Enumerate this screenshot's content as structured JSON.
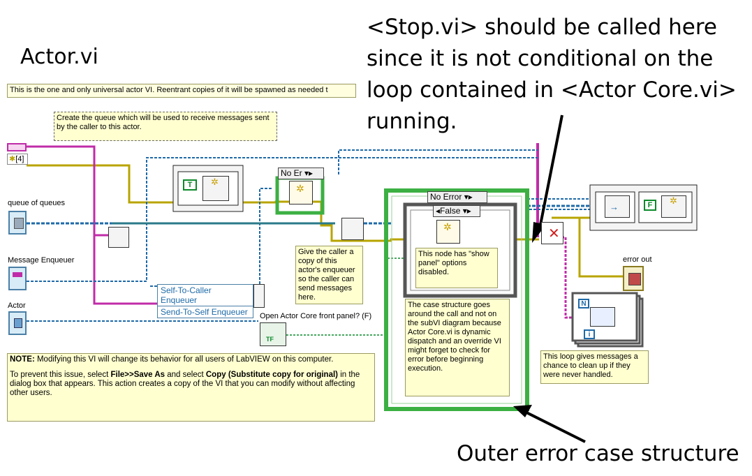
{
  "annotations": {
    "title": "Actor.vi",
    "stop_note": [
      "<Stop.vi> should be called here",
      "since it is not conditional on the",
      "loop contained in <Actor Core.vi>",
      "running."
    ],
    "outer_case_note": "Outer error case structure"
  },
  "diagram": {
    "description_bar": "This is the one and only universal actor VI. Reentrant copies of it will be spawned as needed t",
    "comment_queue": "Create the queue which will be used to receive messages sent by the caller to this actor.",
    "comment_caller": "Give the caller a copy of this actor's enqueuer so the caller can send messages here.",
    "comment_node": "This node  has \"show panel\" options disabled.",
    "comment_case": "The case structure goes around the call and not on the subVI diagram because Actor Core.vi is dynamic dispatch and an override VI might forget to check for error before beginning execution.",
    "comment_loop": "This loop gives messages a chance to clean up if they were never handled.",
    "note_title": "NOTE:",
    "note_line1": " Modifying this VI will change its behavior for all users of LabVIEW on this computer.",
    "note_line2a": "To prevent this issue, select ",
    "note_file": "File>>Save As",
    "note_line2b": " and select ",
    "note_copy": "Copy (Substitute copy for original)",
    "note_line2c": " in the dialog box that appears. This action creates a copy of the VI that you can modify without affecting other users.",
    "labels": {
      "queue_of_queues": "queue of queues",
      "message_enqueuer": "Message Enqueuer",
      "actor": "Actor",
      "error_out": "error out",
      "open_front_panel": "Open Actor Core front panel? (F)",
      "self_to_caller": "Self-To-Caller Enqueuer",
      "send_to_self": "Send-To-Self Enqueuer",
      "const_4": "[4]"
    },
    "case_labels": {
      "no_er": "No Er",
      "no_error": "No Error",
      "false": "False"
    },
    "constants": {
      "t": "T",
      "f": "F",
      "tf": "TF",
      "n": "N",
      "i": "i"
    }
  }
}
